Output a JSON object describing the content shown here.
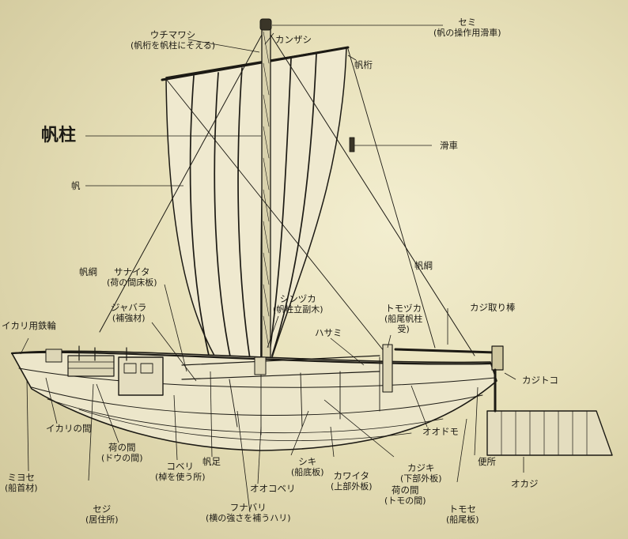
{
  "diagram": {
    "labels": {
      "uchimawashi": {
        "name": "ウチマワシ",
        "note": "(帆桁を帆柱にそえる)"
      },
      "kanzashi": {
        "name": "カンザシ"
      },
      "semi": {
        "name": "セミ",
        "note": "(帆の操作用滑車)"
      },
      "hogeta": {
        "name": "帆桁"
      },
      "hobashira": {
        "name": "帆柱"
      },
      "kassha": {
        "name": "滑車"
      },
      "ho": {
        "name": "帆"
      },
      "hozuna_left": {
        "name": "帆綱"
      },
      "hozuna_right": {
        "name": "帆綱"
      },
      "sanaita": {
        "name": "サナイタ",
        "note": "(荷の間床板)"
      },
      "jabara": {
        "name": "ジャバラ",
        "note": "(補強材)"
      },
      "shinzuka": {
        "name": "シンヅカ",
        "note": "(帆柱立副木)"
      },
      "hasami": {
        "name": "ハサミ"
      },
      "tomozuka": {
        "name": "トモヅカ",
        "note": "(船尾帆柱",
        "note2": "受)"
      },
      "kajitoribou": {
        "name": "カジ取り棒"
      },
      "ikari_tetsuwa": {
        "name": "イカリ用鉄輪"
      },
      "kajitoko": {
        "name": "カジトコ"
      },
      "ikari_no_ma": {
        "name": "イカリの間"
      },
      "ni_no_ma": {
        "name": "荷の間",
        "note": "(ドウの間)"
      },
      "kouberi": {
        "name": "コベリ",
        "note": "(棹を使う所)"
      },
      "hoashi": {
        "name": "帆足"
      },
      "shiki": {
        "name": "シキ",
        "note": "(船底板)"
      },
      "kawaita": {
        "name": "カワイタ",
        "note": "(上部外板)"
      },
      "kajiki": {
        "name": "カジキ",
        "note": "(下部外板)"
      },
      "oodomo": {
        "name": "オオドモ"
      },
      "benjo": {
        "name": "便所"
      },
      "mayose": {
        "name": "ミヨセ",
        "note": "(船首材)"
      },
      "seji": {
        "name": "セジ",
        "note": "(居住所)"
      },
      "funabari": {
        "name": "フナバリ",
        "note": "(横の強さを補うハリ)"
      },
      "ookoberi": {
        "name": "オオコベリ"
      },
      "ni_no_ma_tomo": {
        "name": "荷の間",
        "note": "(トモの間)"
      },
      "tomose": {
        "name": "トモセ",
        "note": "(船尾板)"
      },
      "okaji": {
        "name": "オカジ"
      }
    }
  }
}
